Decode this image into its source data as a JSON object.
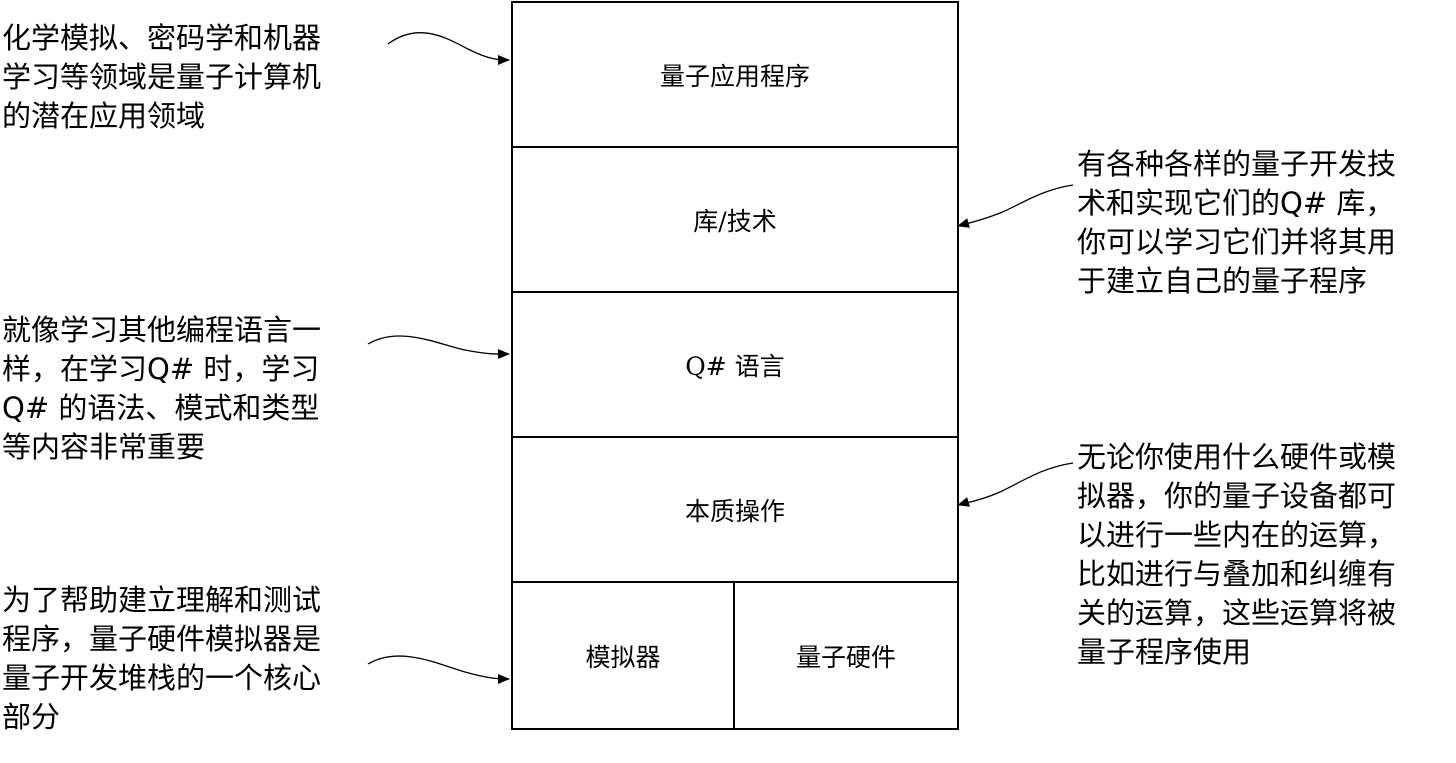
{
  "stack": {
    "layers": [
      {
        "label": "量子应用程序"
      },
      {
        "label": "库/技术"
      },
      {
        "label": "Q# 语言"
      },
      {
        "label": "本质操作"
      }
    ],
    "bottom": {
      "left": "模拟器",
      "right": "量子硬件"
    }
  },
  "notes": {
    "applications": "化学模拟、密码学和机器\n学习等领域是量子计算机\n的潜在应用领域",
    "language": "就像学习其他编程语言一\n样，在学习Q# 时，学习\nQ# 的语法、模式和类型\n等内容非常重要",
    "simulator": "为了帮助建立理解和测试\n程序，量子硬件模拟器是\n量子开发堆栈的一个核心\n部分",
    "libraries": "有各种各样的量子开发技\n术和实现它们的Q# 库，\n你可以学习它们并将其用\n于建立自己的量子程序",
    "intrinsics": "无论你使用什么硬件或模\n拟器，你的量子设备都可\n以进行一些内在的运算，\n比如进行与叠加和纠缠有\n关的运算，这些运算将被\n量子程序使用"
  }
}
